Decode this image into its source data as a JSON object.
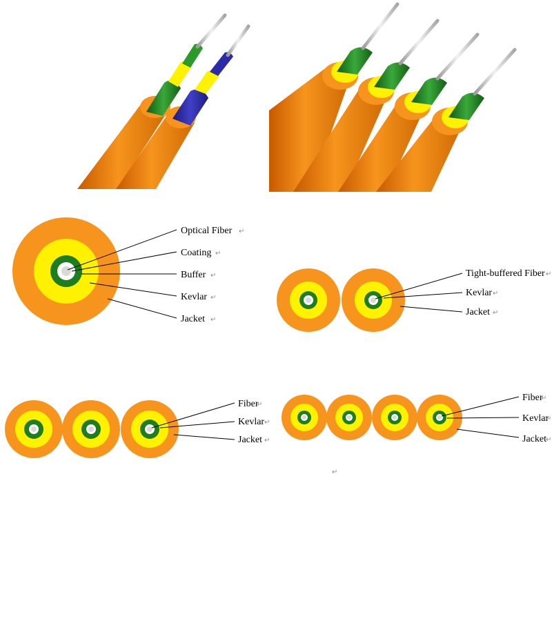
{
  "colors": {
    "jacket": "#f7941d",
    "kevlar": "#fff200",
    "buffer_green": "#1e7d1e",
    "buffer_blue": "#2b2ba8",
    "fiber": "#d9d9d9"
  },
  "return_mark": "↵",
  "diagram_single": {
    "labels": [
      "Optical Fiber",
      "Coating",
      "Buffer",
      "Kevlar",
      "Jacket"
    ]
  },
  "diagram_duplex": {
    "labels": [
      "Tight-buffered Fiber",
      "Kevlar",
      "Jacket"
    ]
  },
  "diagram_triple": {
    "labels": [
      "Fiber",
      "Kevlar",
      "Jacket"
    ]
  },
  "diagram_quad": {
    "labels": [
      "Fiber",
      "Kevlar",
      "Jacket"
    ]
  }
}
